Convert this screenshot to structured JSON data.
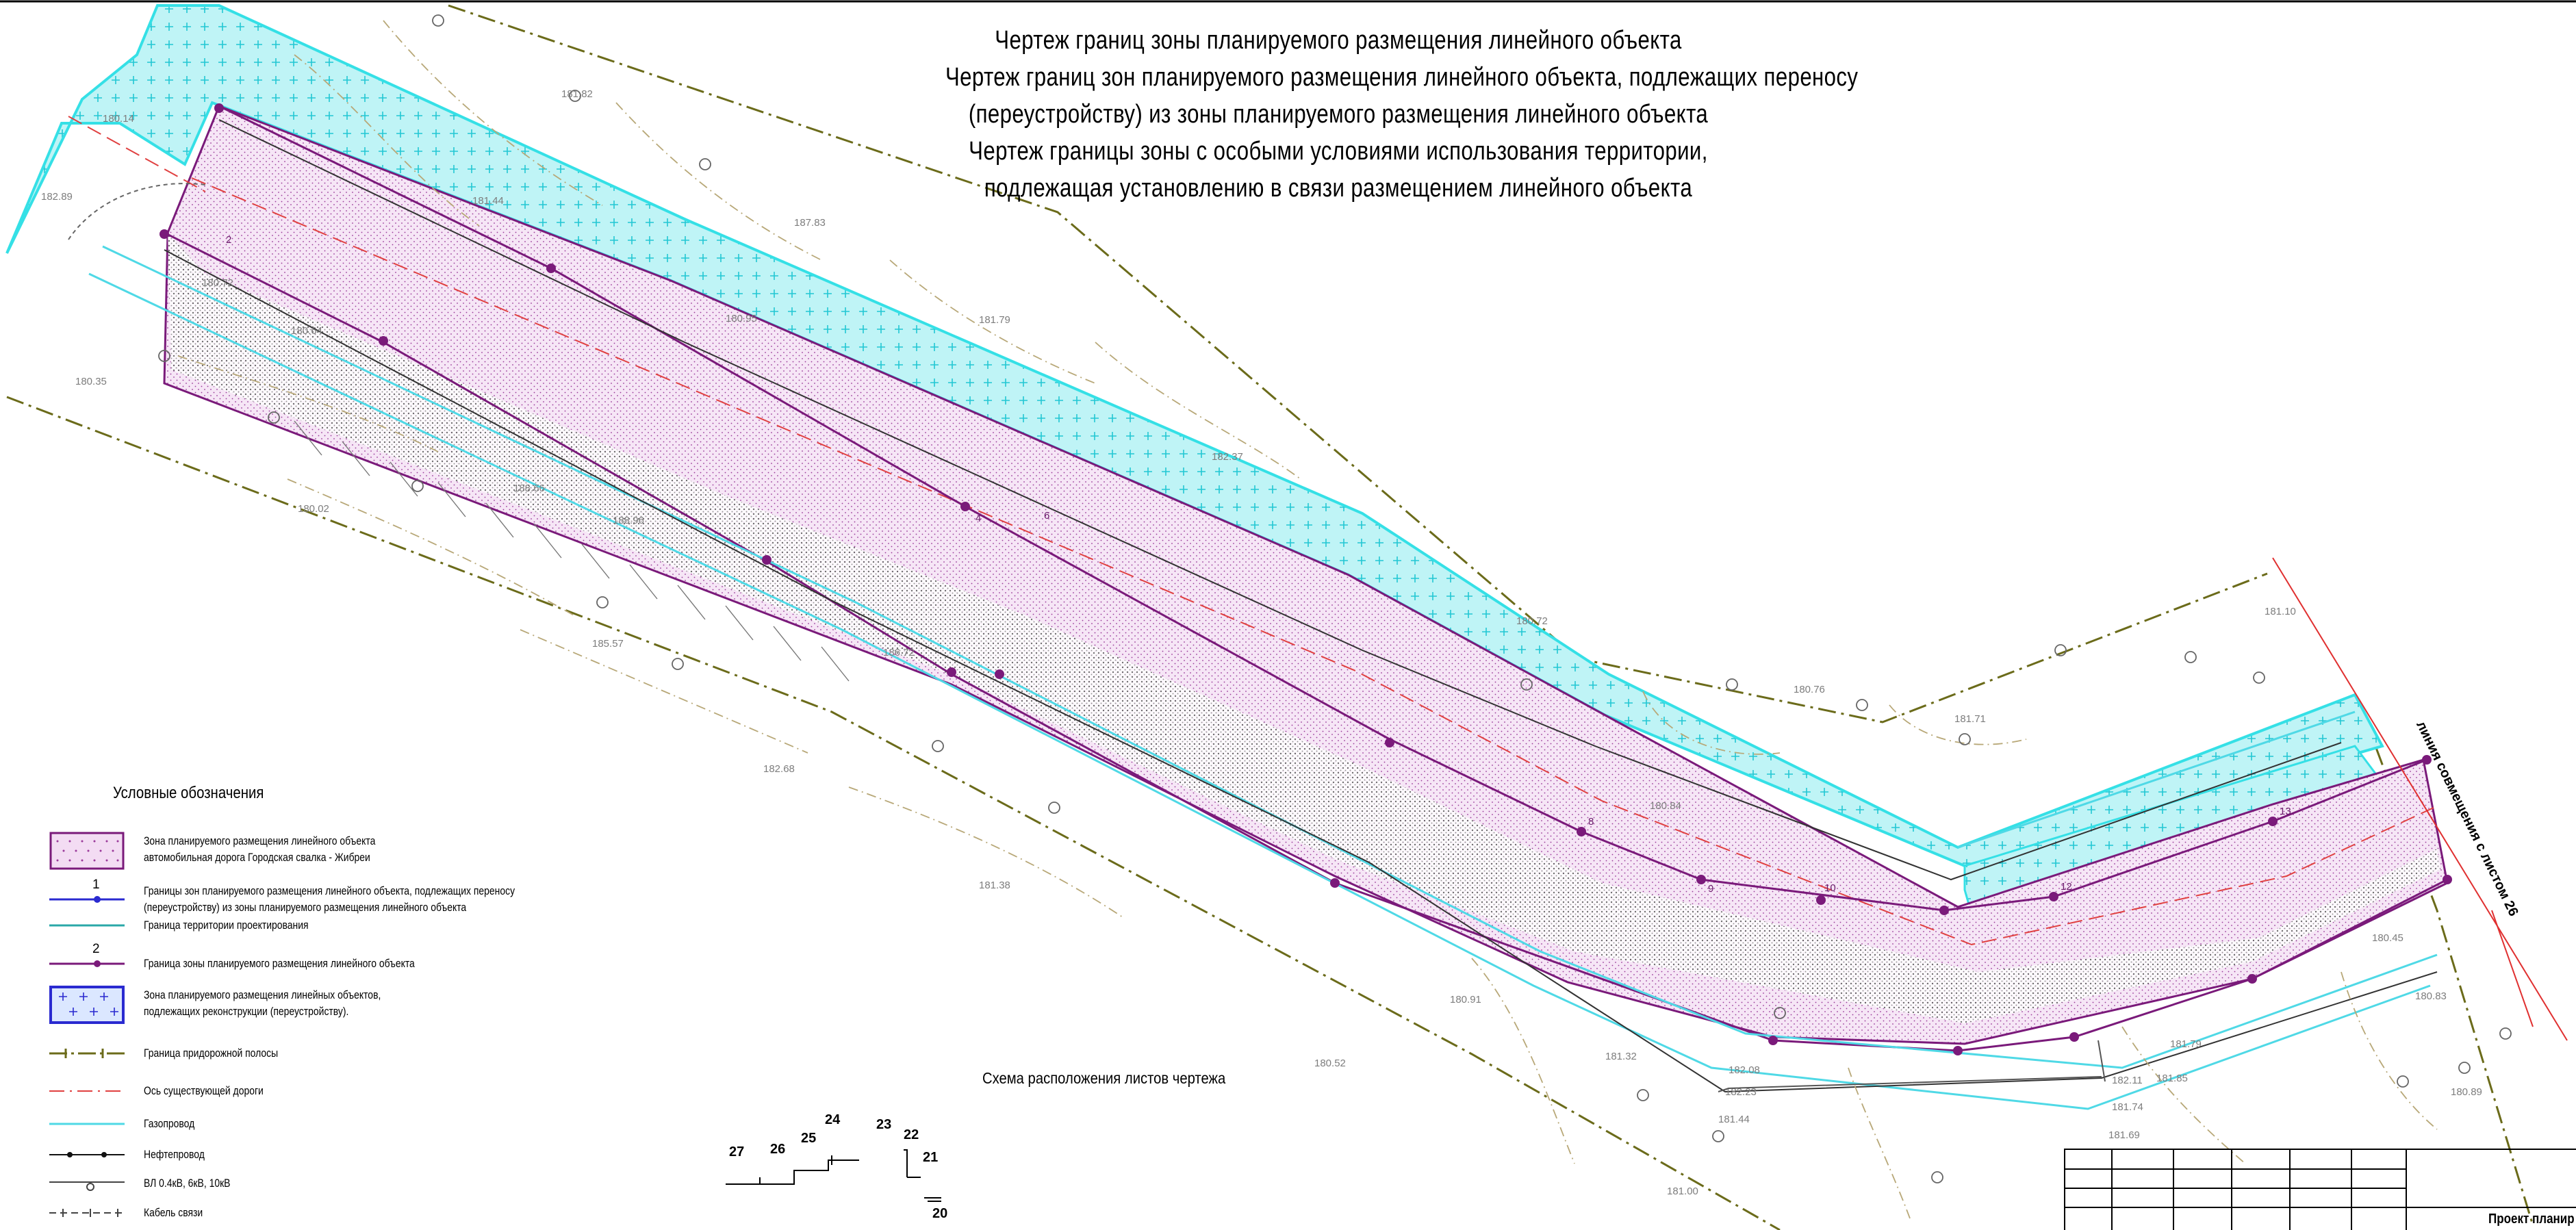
{
  "title_lines": [
    "Чертеж границ зоны планируемого размещения линейного объекта",
    "Чертеж границ зон планируемого размещения линейного объекта, подлежащих переносу",
    "(переустройству) из зоны планируемого размещения линейного объекта",
    "Чертеж границы зоны с особыми условиями использования территории,",
    "подлежащая установлению в связи размещением линейного объекта"
  ],
  "legend": {
    "title": "Условные обозначения",
    "items": [
      {
        "id": "zone-linear",
        "text_1": "Зона планируемого размещения линейного объекта",
        "text_2": "автомобильная дорога Городская свалка - Жибреи"
      },
      {
        "id": "relocation-boundary",
        "num": "1",
        "text_1": "Границы зон планируемого размещения линейного объекта, подлежащих переносу",
        "text_2": "(переустройству) из зоны планируемого размещения линейного объекта"
      },
      {
        "id": "design-territory",
        "text_1": "Граница территории проектирования"
      },
      {
        "id": "zone-boundary",
        "num": "2",
        "text_1": "Граница зоны планируемого размещения линейного объекта"
      },
      {
        "id": "reconstruction-zone",
        "text_1": "Зона планируемого размещения линейных объектов,",
        "text_2": "подлежащих реконструкции (переустройству)."
      },
      {
        "id": "roadside-strip",
        "text_1": "Граница придорожной полосы"
      },
      {
        "id": "road-axis",
        "text_1": "Ось существующей дороги"
      },
      {
        "id": "gas-pipeline",
        "text_1": "Газопровод"
      },
      {
        "id": "oil-pipeline",
        "text_1": "Нефтепровод"
      },
      {
        "id": "power-line",
        "text_1": "ВЛ 0.4кВ, 6кВ, 10кВ"
      },
      {
        "id": "comm-cable",
        "text_1": "Кабель связи"
      }
    ]
  },
  "scheme": {
    "title": "Схема расположения листов чертежа",
    "sheets": [
      "27",
      "26",
      "25",
      "24",
      "23",
      "22",
      "21",
      "20"
    ]
  },
  "match_line_label": "линия совмещения с листом 26",
  "stamp": {
    "project_label": "Проект планир"
  },
  "elevations": [
    "180.14",
    "182.89",
    "180.72",
    "181.82",
    "181.44",
    "187.83",
    "180.64",
    "180.35",
    "180.95",
    "180.02",
    "188.66",
    "188.96",
    "185.57",
    "186.72",
    "181.79",
    "182.68",
    "181.38",
    "182.37",
    "180.72",
    "180.76",
    "181.71",
    "181.10",
    "180.84",
    "180.91",
    "180.52",
    "181.32",
    "182.08",
    "182.23",
    "181.44",
    "181.00",
    "182.11",
    "181.74",
    "181.69",
    "181.85",
    "181.79",
    "180.45",
    "180.83",
    "180.89"
  ],
  "point_numbers": [
    "2",
    "4",
    "6",
    "8",
    "9",
    "10",
    "12",
    "13"
  ],
  "colors": {
    "zone_fill": "#f3dcf3",
    "zone_boundary": "#7a1a7a",
    "buffer_cyan": "#35e0e6",
    "gas_pipeline": "#4fd9e6",
    "roadside": "#6b6b1a",
    "road_axis": "#e04040",
    "contour": "#b8a878"
  }
}
